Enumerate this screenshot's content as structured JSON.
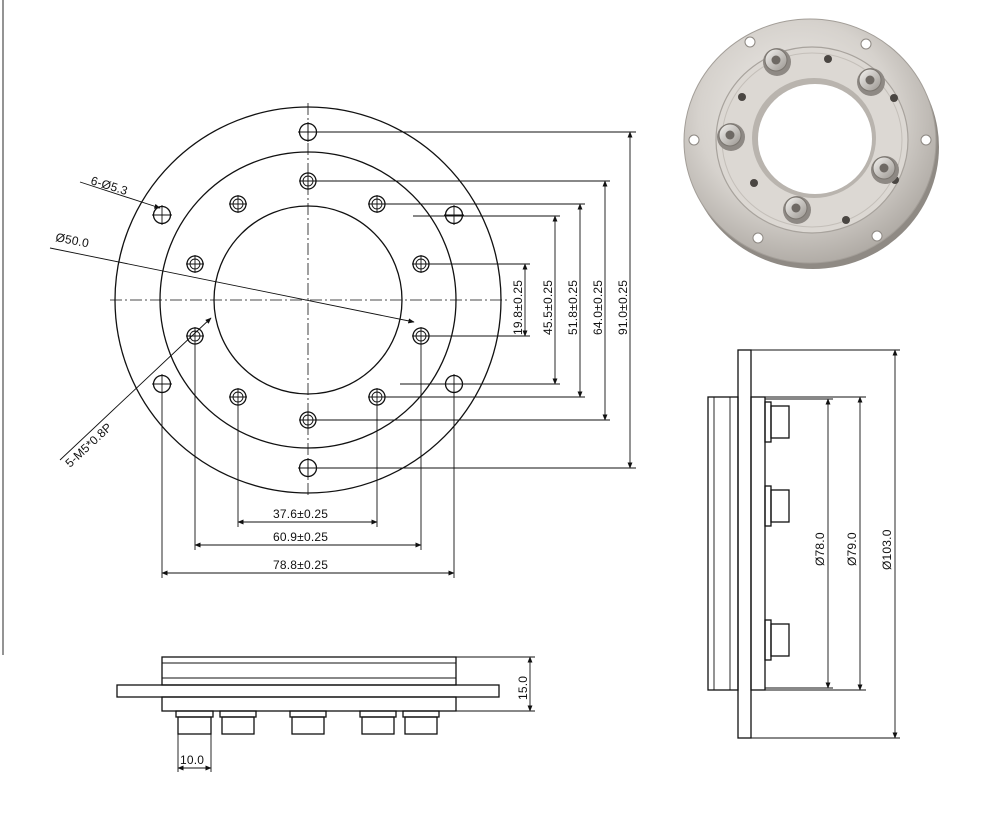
{
  "labels": {
    "holes_outer": "6-Ø5.3",
    "bore_diameter": "Ø50.0",
    "holes_inner": "5-M5*0.8P",
    "d_19_8": "19.8±0.25",
    "d_45_5": "45.5±0.25",
    "d_51_8": "51.8±0.25",
    "d_64_0": "64.0±0.25",
    "d_91_0": "91.0±0.25",
    "d_37_6": "37.6±0.25",
    "d_60_9": "60.9±0.25",
    "d_78_8": "78.8±0.25",
    "d_78_0": "Ø78.0",
    "d_79_0": "Ø79.0",
    "d_103_0": "Ø103.0",
    "d_15_0": "15.0",
    "d_10_0": "10.0"
  },
  "colors": {
    "line": "#111111",
    "background": "#ffffff",
    "metal_light": "#e6e4e1",
    "metal_mid": "#bdb9b4",
    "metal_dark": "#8a8580"
  },
  "icons": {
    "photo": "steel-slip-ring-flange-photo"
  }
}
